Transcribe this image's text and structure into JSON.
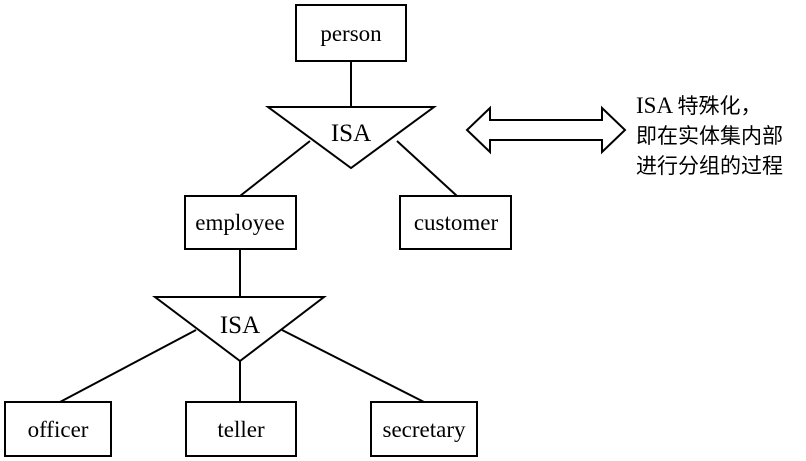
{
  "diagram": {
    "entities": {
      "person": "person",
      "employee": "employee",
      "customer": "customer",
      "officer": "officer",
      "teller": "teller",
      "secretary": "secretary"
    },
    "isa_labels": {
      "top": "ISA",
      "bottom": "ISA"
    },
    "annotation": {
      "line1_latin": "ISA",
      "line1_cjk": "特殊化，",
      "line2": "即在实体集内部",
      "line3": "进行分组的过程"
    }
  }
}
